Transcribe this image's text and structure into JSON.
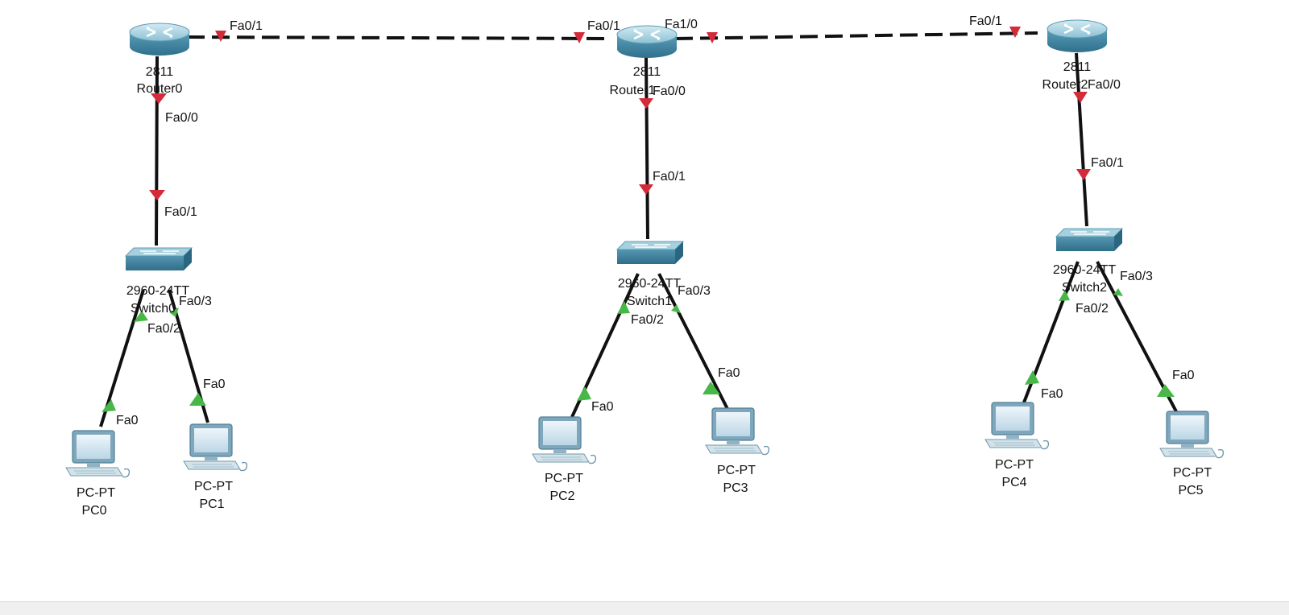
{
  "colors": {
    "link": "#111111",
    "link_down": "#d42a3a",
    "link_up": "#47b847",
    "device_top": "#a9d2e0",
    "device_body": "#4f91ac",
    "device_dark": "#2d6d88"
  },
  "routers": [
    {
      "id": "router0",
      "model": "2811",
      "name": "Router0"
    },
    {
      "id": "router1",
      "model": "2811",
      "name": "Router1"
    },
    {
      "id": "router2",
      "model": "2811",
      "name": "Router2"
    }
  ],
  "switches": [
    {
      "id": "switch0",
      "model": "2960-24TT",
      "name": "Switch0"
    },
    {
      "id": "switch1",
      "model": "2960-24TT",
      "name": "Switch1"
    },
    {
      "id": "switch2",
      "model": "2960-24TT",
      "name": "Switch2"
    }
  ],
  "pcs": [
    {
      "id": "pc0",
      "model": "PC-PT",
      "name": "PC0"
    },
    {
      "id": "pc1",
      "model": "PC-PT",
      "name": "PC1"
    },
    {
      "id": "pc2",
      "model": "PC-PT",
      "name": "PC2"
    },
    {
      "id": "pc3",
      "model": "PC-PT",
      "name": "PC3"
    },
    {
      "id": "pc4",
      "model": "PC-PT",
      "name": "PC4"
    },
    {
      "id": "pc5",
      "model": "PC-PT",
      "name": "PC5"
    }
  ],
  "ports": {
    "r0_fa01": "Fa0/1",
    "r0_fa00": "Fa0/0",
    "s0_fa01": "Fa0/1",
    "s0_fa03": "Fa0/3",
    "s0_fa02": "Fa0/2",
    "pc0_fa0": "Fa0",
    "pc1_fa0": "Fa0",
    "r1_fa01": "Fa0/1",
    "r1_fa10": "Fa1/0",
    "r1_fa00": "Fa0/0",
    "s1_fa01": "Fa0/1",
    "s1_fa03": "Fa0/3",
    "s1_fa02": "Fa0/2",
    "pc2_fa0": "Fa0",
    "pc3_fa0": "Fa0",
    "r2_fa01": "Fa0/1",
    "r2_fa00": "Fa0/0",
    "s2_fa01": "Fa0/1",
    "s2_fa03": "Fa0/3",
    "s2_fa02": "Fa0/2",
    "pc4_fa0": "Fa0",
    "pc5_fa0": "Fa0"
  }
}
